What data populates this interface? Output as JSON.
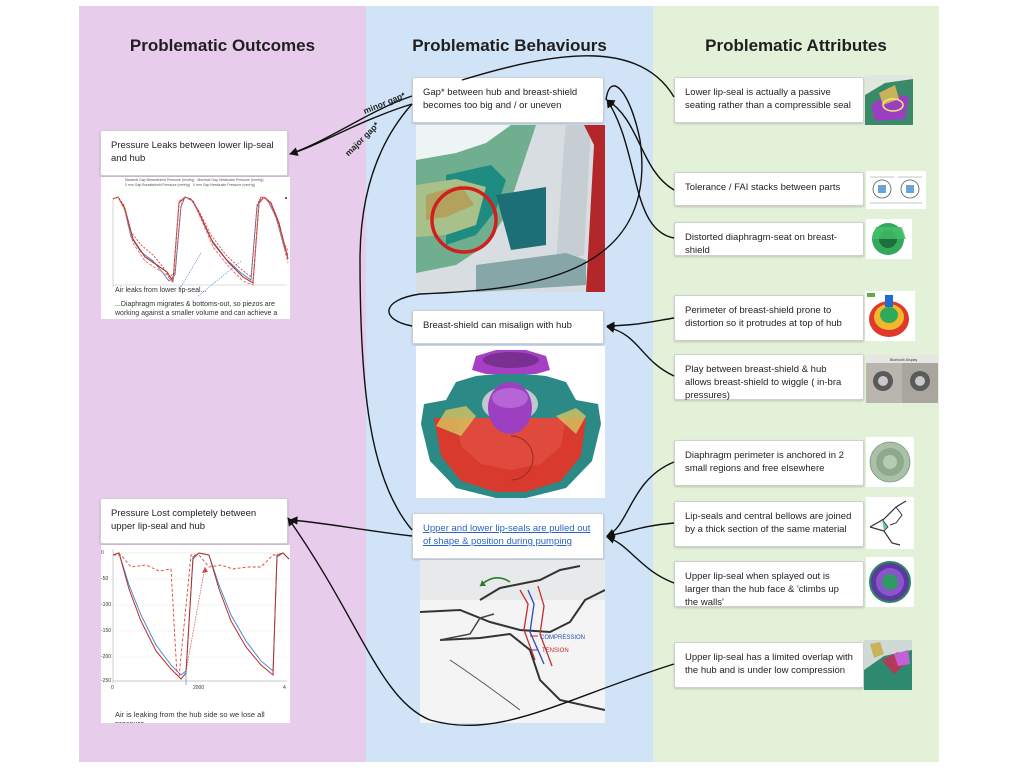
{
  "columns": {
    "outcomes": "Problematic Outcomes",
    "behaviours": "Problematic Behaviours",
    "attributes": "Problematic Attributes"
  },
  "outcomes": [
    {
      "text": "Pressure Leaks between lower lip-seal and hub",
      "legend": [
        "Maximal Gap Breastshield Pressure (mmHg)",
        "Maximal Gap Nestbrake Pressure (mmHg)",
        "0 mm Gap Breastshield Pressure (mmHg)",
        "0 mm Gap Nestbrake Pressure (mmHg)"
      ],
      "note1": "Air leaks from lower lip-seal...",
      "note2": "...Diaphragm migrates & bottoms-out, so piezos are working against a smaller volume and can achieve a greater vacuum"
    },
    {
      "text": "Pressure Lost completely between upper lip-seal and hub",
      "yticks": [
        "0",
        "-50",
        "-100",
        "-150",
        "-200",
        "-250"
      ],
      "xticks": [
        "0",
        "2000",
        "4"
      ],
      "note": "Air is leaking from the hub side so we lose all pressure."
    }
  ],
  "behaviours": [
    {
      "text": "Gap* between hub and breast-shield becomes too big and / or uneven"
    },
    {
      "text": "Breast-shield can misalign with hub"
    },
    {
      "text": "Upper and lower lip-seals are pulled out of shape & position during pumping"
    }
  ],
  "sketch_labels": {
    "compression": "COMPRESSION",
    "tension": "TENSION"
  },
  "gap_labels": {
    "minor": "minor gap*",
    "major": "major gap*"
  },
  "attributes": [
    {
      "text": "Lower lip-seal is actually a passive seating rather than a compressible seal",
      "icon": "lip-seal-render"
    },
    {
      "text": "Tolerance / FAI stacks between parts",
      "icon": "tolerance-drawing"
    },
    {
      "text": "Distorted diaphragm-seat on breast-shield",
      "icon": "diaphragm-seat-render"
    },
    {
      "text": "Perimeter of breast-shield prone to distortion so it protrudes at top of hub",
      "icon": "perimeter-distortion-render"
    },
    {
      "text": "Play between breast-shield & hub allows breast-shield to wiggle ( in-bra pressures)",
      "icon": "wiggle-photos",
      "photo_label": "Bluetooth Display"
    },
    {
      "text": "Diaphragm perimeter is anchored in 2 small regions and free elsewhere",
      "icon": "diaphragm-photo"
    },
    {
      "text": "Lip-seals and central bellows are joined by a thick section of the same material",
      "icon": "lip-seal-sketch"
    },
    {
      "text": "Upper lip-seal when splayed out is larger than the hub face & 'climbs up the walls'",
      "icon": "upper-lip-seal-render"
    },
    {
      "text": "Upper lip-seal has a limited overlap with the hub and is under low compression",
      "icon": "overlap-render"
    }
  ],
  "colors": {
    "outcomes_bg": "#e7cdeb",
    "behaviours_bg": "#d1e4f7",
    "attributes_bg": "#e3f1d8",
    "chart_red": "#d9443a",
    "chart_blue": "#3d7fc9",
    "link": "#2a64c4"
  }
}
